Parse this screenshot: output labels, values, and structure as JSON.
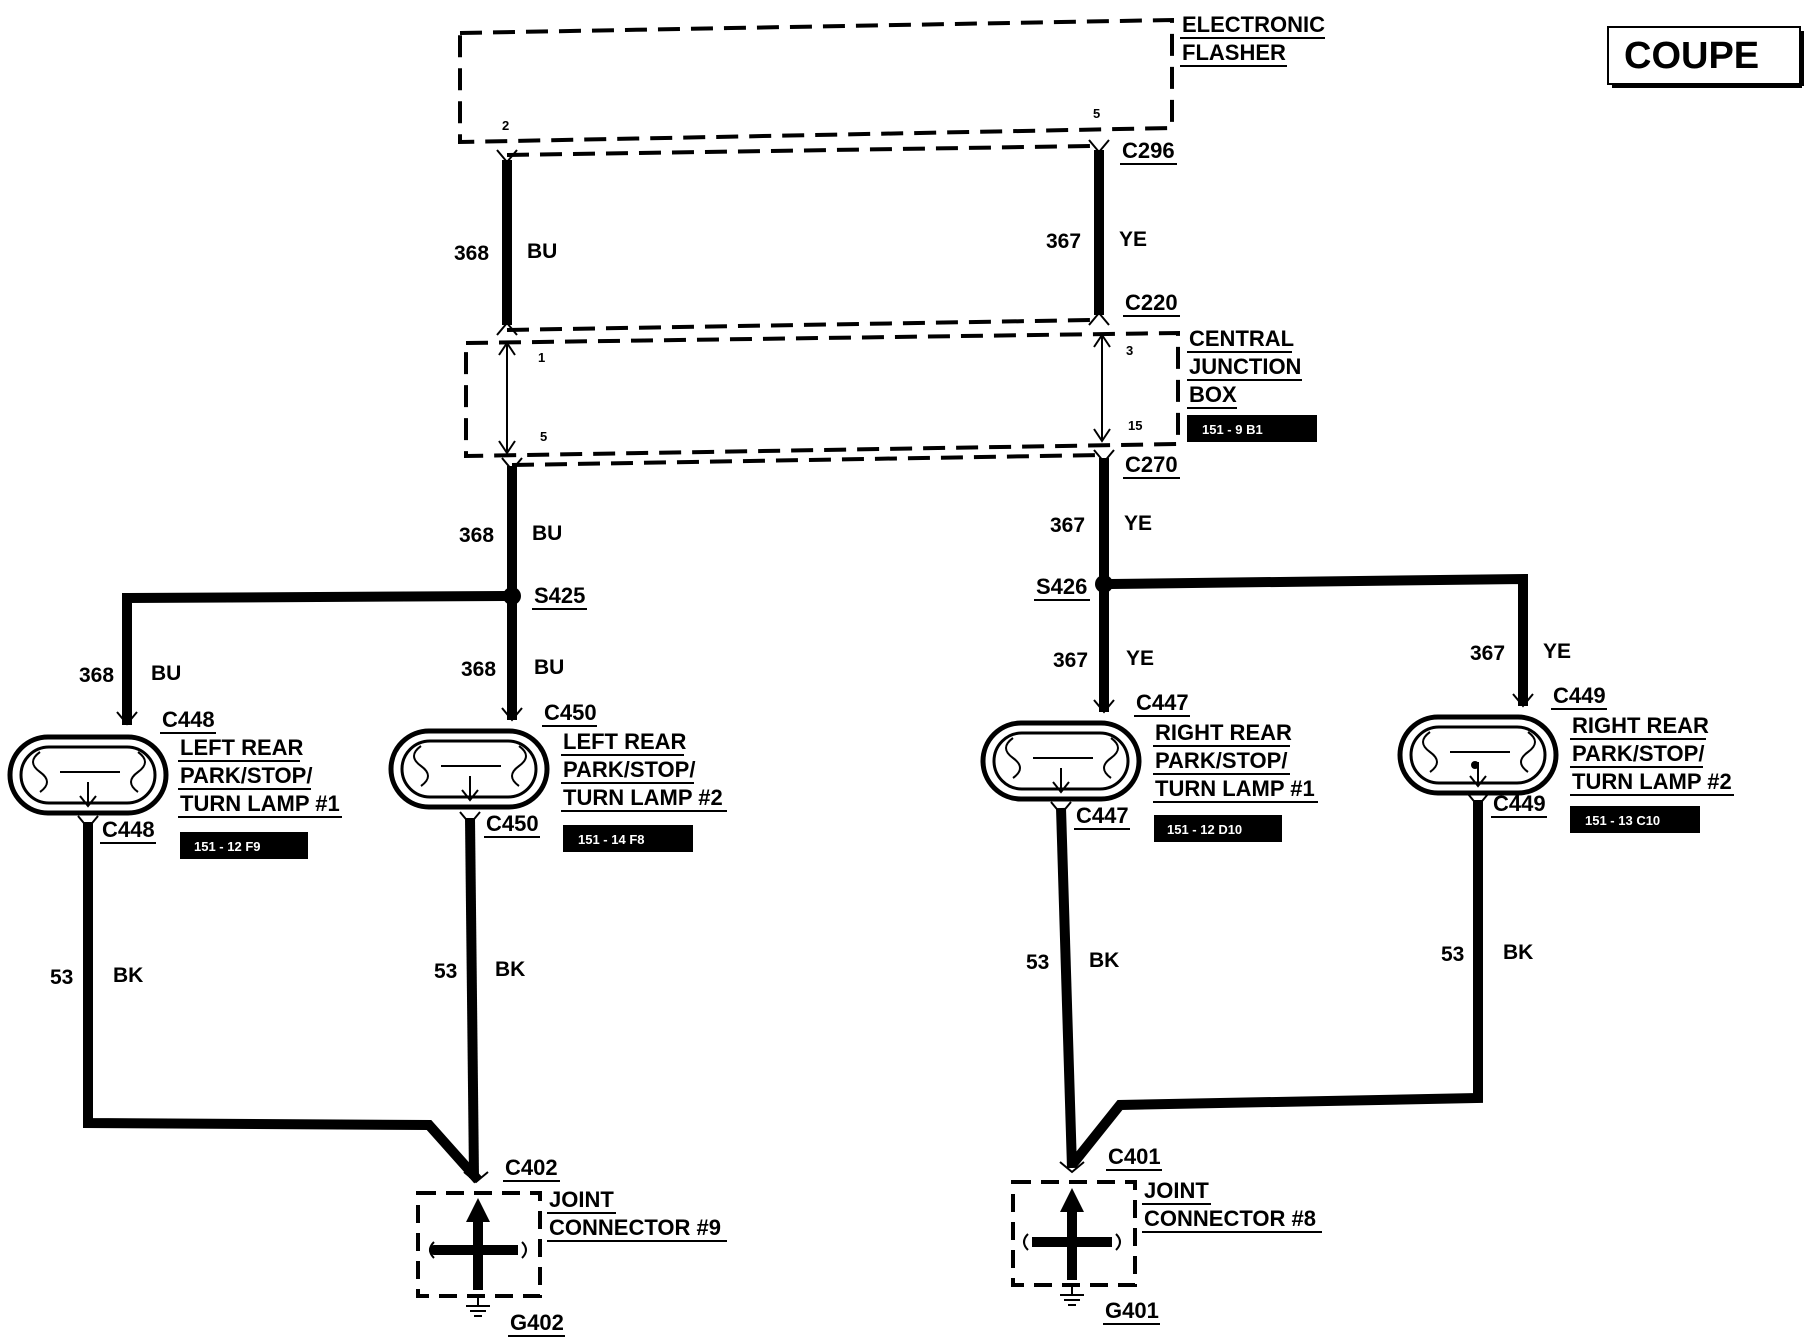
{
  "badge": "COUPE",
  "flasher": {
    "line1": "ELECTRONIC",
    "line2": "FLASHER",
    "pin_left": "2",
    "pin_right": "5",
    "connector": "C296"
  },
  "junction_box": {
    "line1": "CENTRAL",
    "line2": "JUNCTION",
    "line3": "BOX",
    "ref": "151 - 9 B1",
    "connector_top": "C220",
    "connector_bottom": "C270",
    "pin_left_top": "1",
    "pin_left_bottom": "5",
    "pin_right_top": "3",
    "pin_right_bottom": "15"
  },
  "wires": {
    "left_upper": {
      "circuit": "368",
      "color": "BU"
    },
    "right_upper": {
      "circuit": "367",
      "color": "YE"
    },
    "left_mid": {
      "circuit": "368",
      "color": "BU"
    },
    "right_mid": {
      "circuit": "367",
      "color": "YE"
    },
    "lamp1_feed": {
      "circuit": "368",
      "color": "BU"
    },
    "lamp2_feed": {
      "circuit": "368",
      "color": "BU"
    },
    "lamp3_feed": {
      "circuit": "367",
      "color": "YE"
    },
    "lamp4_feed": {
      "circuit": "367",
      "color": "YE"
    },
    "lamp1_ground": {
      "circuit": "53",
      "color": "BK"
    },
    "lamp2_ground": {
      "circuit": "53",
      "color": "BK"
    },
    "lamp3_ground": {
      "circuit": "53",
      "color": "BK"
    },
    "lamp4_ground": {
      "circuit": "53",
      "color": "BK"
    }
  },
  "splices": {
    "left": "S425",
    "right": "S426"
  },
  "lamps": [
    {
      "connector": "C448",
      "line1": "LEFT REAR",
      "line2": "PARK/STOP/",
      "line3": "TURN LAMP #1",
      "ref": "151 - 12 F9"
    },
    {
      "connector": "C450",
      "line1": "LEFT REAR",
      "line2": "PARK/STOP/",
      "line3": "TURN LAMP #2",
      "ref": "151 - 14 F8"
    },
    {
      "connector": "C447",
      "line1": "RIGHT REAR",
      "line2": "PARK/STOP/",
      "line3": "TURN LAMP #1",
      "ref": "151 - 12 D10"
    },
    {
      "connector": "C449",
      "line1": "RIGHT REAR",
      "line2": "PARK/STOP/",
      "line3": "TURN LAMP #2",
      "ref": "151 - 13 C10"
    }
  ],
  "joints": [
    {
      "connector": "C402",
      "line1": "JOINT",
      "line2": "CONNECTOR #9",
      "ground": "G402"
    },
    {
      "connector": "C401",
      "line1": "JOINT",
      "line2": "CONNECTOR #8",
      "ground": "G401"
    }
  ]
}
